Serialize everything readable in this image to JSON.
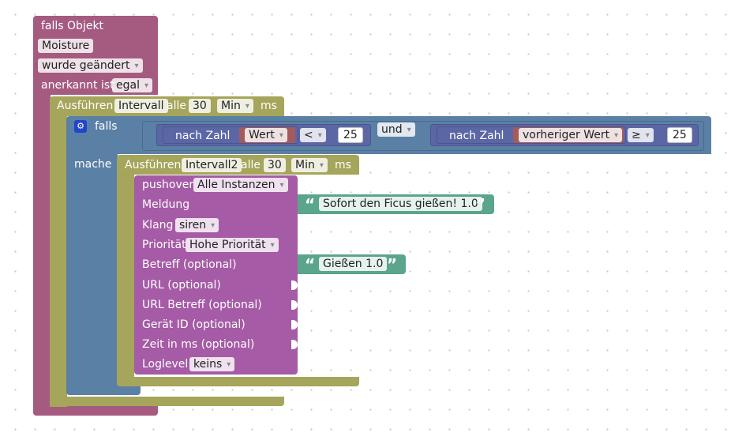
{
  "trigger": {
    "label": "falls Objekt",
    "object": "Moisture",
    "event": "wurde geändert",
    "ack_label": "anerkannt ist",
    "ack_value": "egal"
  },
  "interval_outer": {
    "prefix": "Ausführen",
    "name": "Intervall",
    "alle": "alle",
    "value": "30",
    "unit": "Min",
    "suffix": "ms"
  },
  "if_block": {
    "falls": "falls",
    "mache": "mache",
    "left": {
      "fn": "nach Zahl",
      "var": "Wert",
      "op": "<",
      "num": "25"
    },
    "logic": "und",
    "right": {
      "fn": "nach Zahl",
      "var": "vorheriger Wert",
      "op": "≥",
      "num": "25"
    }
  },
  "interval_inner": {
    "prefix": "Ausführen",
    "name": "Intervall2",
    "alle": "alle",
    "value": "30",
    "unit": "Min",
    "suffix": "ms"
  },
  "pushover": {
    "label": "pushover",
    "target": "Alle Instanzen",
    "meldung": "Meldung",
    "meldung_text": "Sofort den Ficus gießen! 1.0",
    "klang": "Klang",
    "klang_value": "siren",
    "prioritaet": "Priorität",
    "prioritaet_value": "Hohe Priorität",
    "betreff": "Betreff (optional)",
    "betreff_text": "Gießen 1.0",
    "url": "URL (optional)",
    "url_betreff": "URL Betreff (optional)",
    "geraet": "Gerät ID (optional)",
    "zeit": "Zeit in ms (optional)",
    "loglevel": "Loglevel",
    "loglevel_value": "keins"
  },
  "colors": {
    "trigger": "#a55b80",
    "interval": "#a5a55b",
    "if": "#5b80a5",
    "pushover": "#a55ba5",
    "text": "#5ba58c",
    "math": "#5b67a5",
    "var": "#a55b5b"
  }
}
